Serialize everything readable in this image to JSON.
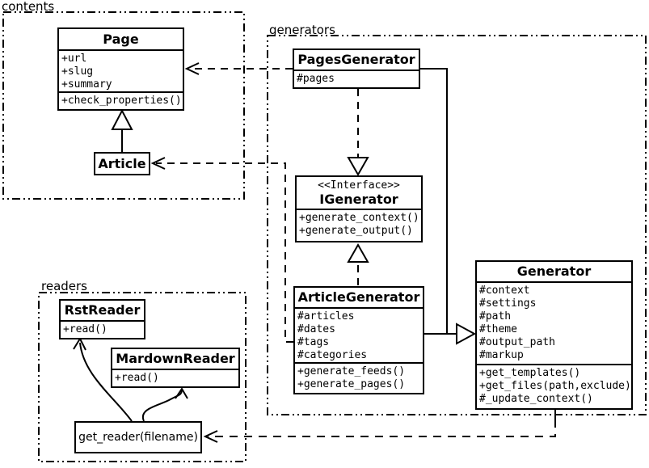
{
  "diagram": {
    "packages": {
      "contents": "contents",
      "generators": "generators",
      "readers": "readers"
    },
    "classes": {
      "page": {
        "name": "Page",
        "attributes": [
          "+url",
          "+slug",
          "+summary"
        ],
        "methods": [
          "+check_properties()"
        ]
      },
      "article": {
        "name": "Article"
      },
      "pages_generator": {
        "name": "PagesGenerator",
        "attributes": [
          "#pages"
        ]
      },
      "igenerator": {
        "stereotype": "<<Interface>>",
        "name": "IGenerator",
        "methods": [
          "+generate_context()",
          "+generate_output()"
        ]
      },
      "article_generator": {
        "name": "ArticleGenerator",
        "attributes": [
          "#articles",
          "#dates",
          "#tags",
          "#categories"
        ],
        "methods": [
          "+generate_feeds()",
          "+generate_pages()"
        ]
      },
      "generator": {
        "name": "Generator",
        "attributes": [
          "#context",
          "#settings",
          "#path",
          "#theme",
          "#output_path",
          "#markup"
        ],
        "methods": [
          "+get_templates()",
          "+get_files(path,exclude)",
          "#_update_context()"
        ]
      },
      "rst_reader": {
        "name": "RstReader",
        "methods": [
          "+read()"
        ]
      },
      "mardown_reader": {
        "name": "MardownReader",
        "methods": [
          "+read()"
        ]
      },
      "get_reader": {
        "name": "get_reader(filename)"
      }
    },
    "colors": {
      "line": "#000000",
      "background": "#ffffff",
      "box_fill": "#ffffff"
    }
  }
}
